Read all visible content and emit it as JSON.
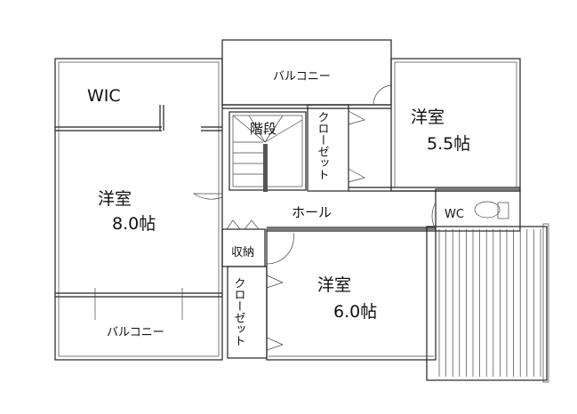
{
  "rooms": {
    "wic": "WIC",
    "western_8_name": "洋室",
    "western_8_size": "8.0帖",
    "balcony_top": "バルコニー",
    "stairs": "階段",
    "closet_top": "クローゼット",
    "western_55_name": "洋室",
    "western_55_size": "5.5帖",
    "hall": "ホール",
    "wc": "WC",
    "storage": "収納",
    "closet_bottom": "クローゼット",
    "western_6_name": "洋室",
    "western_6_size": "6.0帖",
    "balcony_left": "バルコニー"
  }
}
